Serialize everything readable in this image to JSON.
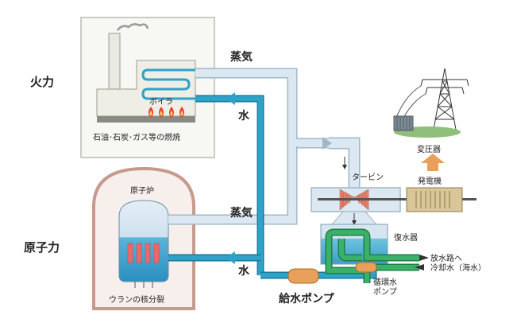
{
  "labels": {
    "thermal": "火力",
    "nuclear": "原子力",
    "boiler": "ボイラ",
    "fuel_combustion": "石油･石炭･ガス等の燃焼",
    "reactor": "原子炉",
    "uranium_fission": "ウランの核分裂",
    "steam_top": "蒸気",
    "water_top": "水",
    "steam_bottom": "蒸気",
    "water_bottom": "水",
    "turbine": "タービン",
    "generator": "発電機",
    "transformer": "変圧器",
    "condenser": "復水器",
    "discharge": "放水路へ",
    "cooling_water": "冷却水（海水）",
    "circ_pump_line1": "循環水",
    "circ_pump_line2": "ポンプ",
    "feed_pump": "給水ポンプ"
  },
  "colors": {
    "steam": "#dbe8f1",
    "steam_edge": "#9fb8c9",
    "water": "#2fa2c8",
    "water_edge": "#167a9c",
    "cooling": "#3bb06a",
    "cooling_edge": "#1f7f45",
    "flame": "#e8412a",
    "pump": "#e8a05a",
    "building": "#eeeee6",
    "frame": "#c9c9c0",
    "reactor_wall": "#c79a8e",
    "reactor_bg": "#f6efec"
  }
}
